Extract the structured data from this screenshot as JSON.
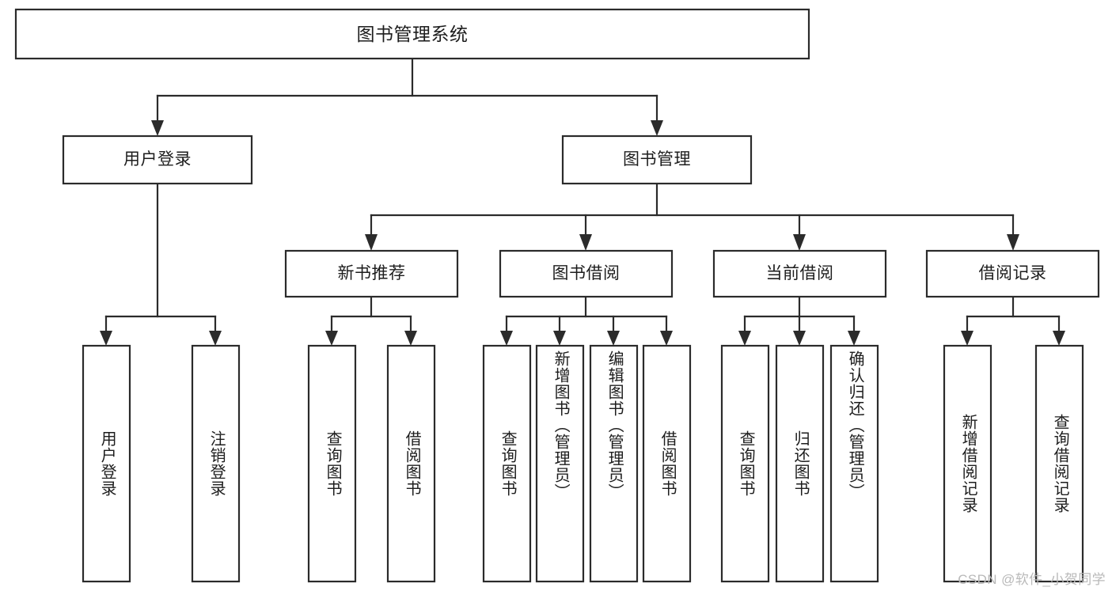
{
  "diagram": {
    "type": "tree-hierarchy-chart",
    "title": "图书管理系统",
    "watermark": "CSDN @软件_小贺同学",
    "colors": {
      "box_stroke": "#2b2b2b",
      "box_fill": "#ffffff",
      "text": "#1d1d1d",
      "background": "#ffffff",
      "watermark": "#b9b9b9"
    },
    "levels": {
      "level1": [
        {
          "id": "root",
          "label": "图书管理系统",
          "orientation": "horizontal"
        }
      ],
      "level2": [
        {
          "id": "user-login",
          "label": "用户登录",
          "orientation": "horizontal"
        },
        {
          "id": "book-manage",
          "label": "图书管理",
          "orientation": "horizontal"
        }
      ],
      "level3": [
        {
          "id": "new-book-rec",
          "label": "新书推荐",
          "orientation": "horizontal",
          "parent": "book-manage"
        },
        {
          "id": "book-borrow",
          "label": "图书借阅",
          "orientation": "horizontal",
          "parent": "book-manage"
        },
        {
          "id": "current-borrow",
          "label": "当前借阅",
          "orientation": "horizontal",
          "parent": "book-manage"
        },
        {
          "id": "borrow-record",
          "label": "借阅记录",
          "orientation": "horizontal",
          "parent": "book-manage"
        }
      ],
      "level4": [
        {
          "id": "leaf-user-login",
          "label": "用户登录",
          "orientation": "vertical",
          "parent": "user-login"
        },
        {
          "id": "leaf-logout",
          "label": "注销登录",
          "orientation": "vertical",
          "parent": "user-login"
        },
        {
          "id": "leaf-query-book-1",
          "label": "查询图书",
          "orientation": "vertical",
          "parent": "new-book-rec"
        },
        {
          "id": "leaf-borrow-book-1",
          "label": "借阅图书",
          "orientation": "vertical",
          "parent": "new-book-rec"
        },
        {
          "id": "leaf-query-book-2",
          "label": "查询图书",
          "orientation": "vertical",
          "parent": "book-borrow"
        },
        {
          "id": "leaf-add-book",
          "label": "新增图书（管理员）",
          "orientation": "vertical",
          "parent": "book-borrow"
        },
        {
          "id": "leaf-edit-book",
          "label": "编辑图书（管理员）",
          "orientation": "vertical",
          "parent": "book-borrow"
        },
        {
          "id": "leaf-borrow-book-2",
          "label": "借阅图书",
          "orientation": "vertical",
          "parent": "book-borrow"
        },
        {
          "id": "leaf-query-book-3",
          "label": "查询图书",
          "orientation": "vertical",
          "parent": "current-borrow"
        },
        {
          "id": "leaf-return-book",
          "label": "归还图书",
          "orientation": "vertical",
          "parent": "current-borrow"
        },
        {
          "id": "leaf-confirm-return",
          "label": "确认归还（管理员）",
          "orientation": "vertical",
          "parent": "current-borrow"
        },
        {
          "id": "leaf-add-record",
          "label": "新增借阅记录",
          "orientation": "vertical",
          "parent": "borrow-record"
        },
        {
          "id": "leaf-query-record",
          "label": "查询借阅记录",
          "orientation": "vertical",
          "parent": "borrow-record"
        }
      ]
    }
  }
}
